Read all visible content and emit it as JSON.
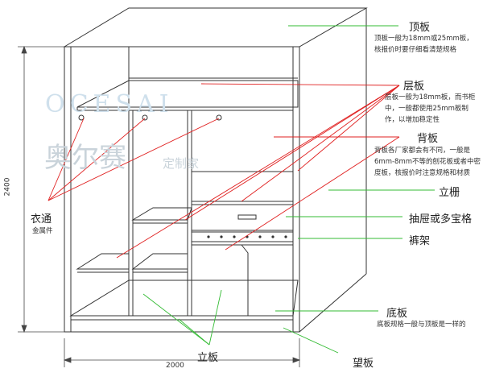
{
  "watermark": {
    "latin": "OCESAI",
    "brand": "奥尔赛",
    "suffix": "定制家"
  },
  "dimensions": {
    "height": "2400",
    "width": "2000"
  },
  "labels": {
    "top_panel": "顶板",
    "top_panel_note": "顶板一般为18mm或25mm板，核报价时要仔细看清楚规格",
    "shelf": "层板",
    "shelf_note": "层板一般为18mm板，而书柜中，一般都使用25mm板制作，以增加稳定性",
    "back_panel": "背板",
    "back_panel_note": "背板各厂家都会有不同，一般是6mm-8mm不等的刨花板或者中密度板，核报价时注意规格和材质",
    "stile": "立栅",
    "drawer": "抽屉或多宝格",
    "pants_rack": "裤架",
    "bottom_panel": "底板",
    "bottom_panel_note": "底板规格一般与顶板是一样的",
    "clothes_rail": "衣通",
    "hardware": "金属件",
    "side_panel": "立板",
    "kick_board": "望板"
  },
  "colors": {
    "leader_green": "#33bb33",
    "leader_red": "#e02020",
    "line": "#333333",
    "watermark": "#cfe0ec"
  }
}
